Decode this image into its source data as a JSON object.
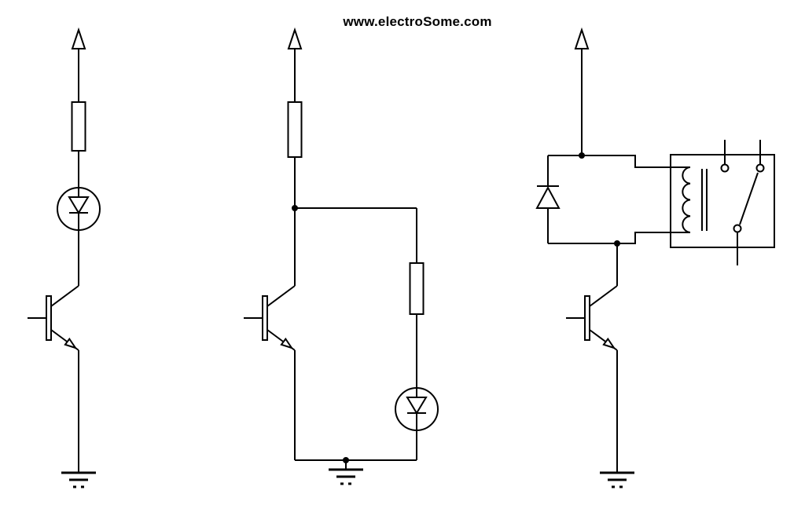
{
  "title": "www.electroSome.com",
  "colors": {
    "line": "#000000",
    "background": "#ffffff"
  },
  "diagram": {
    "type": "circuit-schematic",
    "description": "Three NPN transistor driver circuits drawn left to right",
    "circuits": [
      {
        "name": "transistor-led-driver",
        "components": [
          "supply-arrow",
          "resistor",
          "led",
          "npn-transistor",
          "ground"
        ]
      },
      {
        "name": "transistor-driver-led-collector-branch",
        "components": [
          "supply-arrow",
          "resistor",
          "junction",
          "npn-transistor",
          "branch-resistor",
          "led",
          "ground"
        ]
      },
      {
        "name": "transistor-relay-driver",
        "components": [
          "supply-arrow",
          "junction",
          "flyback-diode",
          "relay-coil",
          "relay-switch",
          "npn-transistor",
          "ground"
        ]
      }
    ]
  }
}
